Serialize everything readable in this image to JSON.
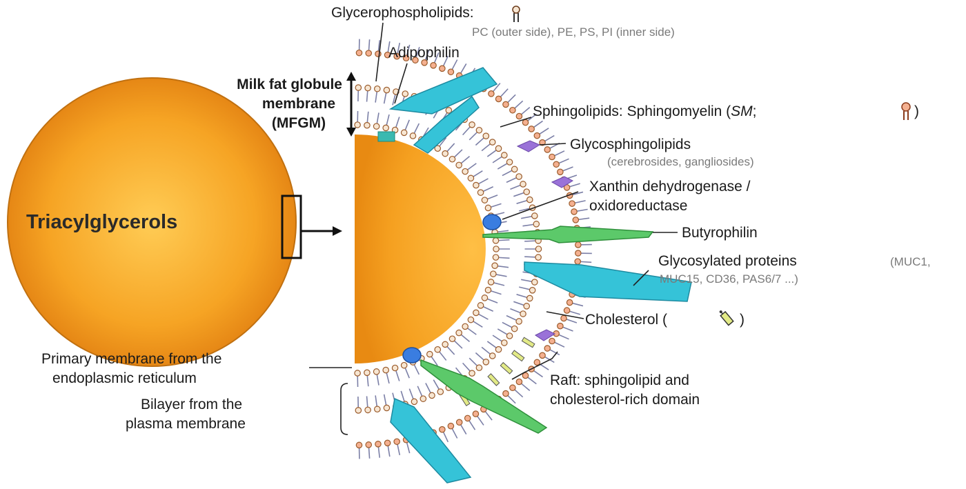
{
  "labels": {
    "glycerophospholipids": "Glycerophospholipids:",
    "glycerophospholipids_detail": "PC (outer side), PE, PS, PI (inner side)",
    "adipophilin": "Adipophilin",
    "mfgm_line1": "Milk fat globule",
    "mfgm_line2": "membrane",
    "mfgm_line3": "(MFGM)",
    "sphingolipids_prefix": "Sphingolipids: Sphingomyelin (",
    "sphingolipids_sm": "SM",
    "sphingolipids_sep": ";",
    "sphingolipids_close": ")",
    "glycosphingolipids": "Glycosphingolipids",
    "glycosphingolipids_detail": "(cerebrosides, gangliosides)",
    "xanthin_line1": "Xanthin dehydrogenase /",
    "xanthin_line2": "oxidoreductase",
    "triacylglycerols": "Triacylglycerols",
    "butyrophilin": "Butyrophilin",
    "glycosylated_main": "Glycosylated proteins",
    "glycosylated_detail1": "(MUC1,",
    "glycosylated_detail2": "MUC15, CD36, PAS6/7 ...)",
    "cholesterol_prefix": "Cholesterol (",
    "cholesterol_close": ")",
    "primary_line1": "Primary membrane from the",
    "primary_line2": "endoplasmic reticulum",
    "bilayer_line1": "Bilayer from the",
    "bilayer_line2": "plasma membrane",
    "raft_line1": "Raft: sphingolipid and",
    "raft_line2": "cholesterol-rich domain"
  },
  "colors": {
    "fat_core": "#f39a1a",
    "fat_highlight": "#ffd25a",
    "lipid_head": "#f7e6d2",
    "lipid_head_stroke": "#9a5a2a",
    "sm_head": "#f4b090",
    "tail": "#7b7fa6",
    "glycoprotein": "#35c3d8",
    "butyrophilin": "#5cc96a",
    "xanthin": "#3a7de0",
    "glycosphingolipid": "#9a72d8",
    "cholesterol": "#e2ea86"
  },
  "icons": {
    "glycerophospholipid": "phospholipid-glyph-icon",
    "sphingomyelin": "sphingomyelin-glyph-icon",
    "cholesterol": "cholesterol-glyph-icon",
    "arrow": "right-arrow-icon"
  }
}
